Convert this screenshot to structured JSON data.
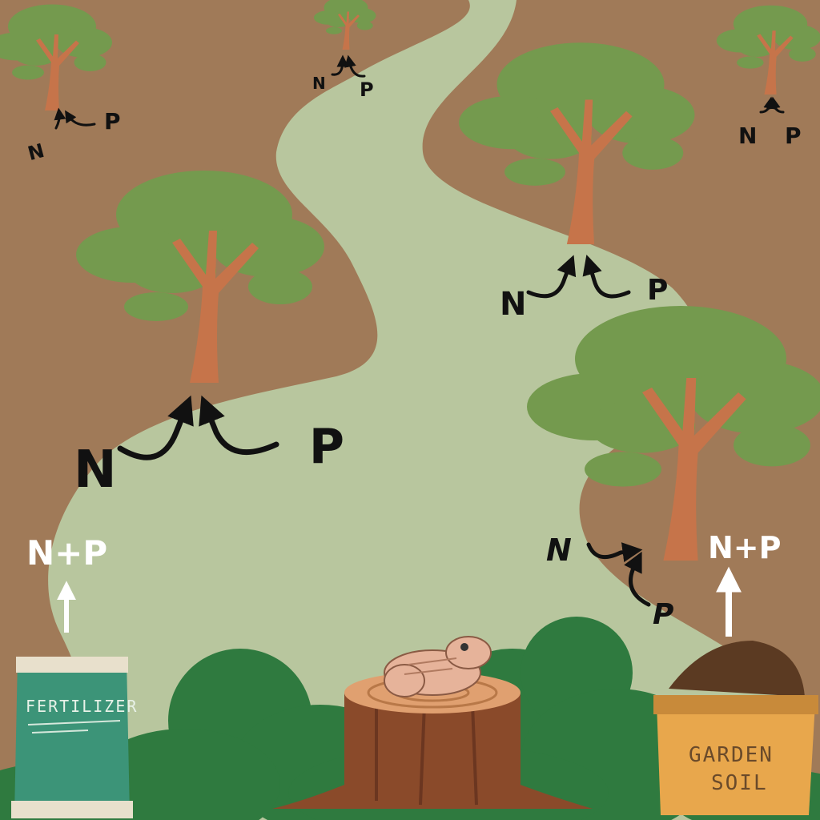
{
  "colors": {
    "ground": "#a07a58",
    "path": "#b8c69e",
    "canopy": "#749a4e",
    "trunk": "#c6744a",
    "bush": "#2f7a3f",
    "stump": "#8a4a2a",
    "fertilizer_bag": "#3c9478",
    "soil_bag": "#e8a74c"
  },
  "icons": [
    "tree-icon",
    "frog-icon",
    "stump-icon",
    "bush-icon",
    "fertilizer-bag-icon",
    "soil-bag-icon",
    "arrow-icon"
  ],
  "nutrients": {
    "n": "N",
    "p": "P",
    "combined": "N+P"
  },
  "bags": {
    "fertilizer": "FERTILIZER",
    "soil_line1": "GARDEN",
    "soil_line2": "SOIL"
  }
}
